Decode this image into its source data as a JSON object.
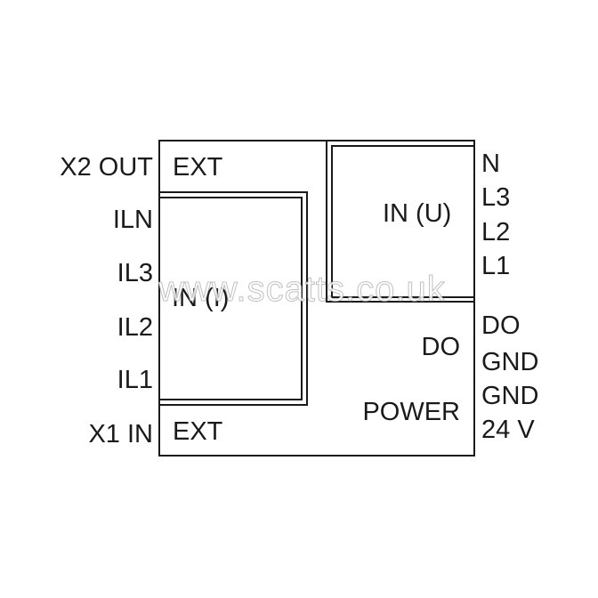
{
  "left_pins": {
    "x2_out": "X2 OUT",
    "iln": "ILN",
    "il3": "IL3",
    "il2": "IL2",
    "il1": "IL1",
    "x1_in": "X1 IN"
  },
  "right_pins": {
    "n": "N",
    "l3": "L3",
    "l2": "L2",
    "l1": "L1",
    "do": "DO",
    "gnd_1": "GND",
    "gnd_2": "GND",
    "v24": "24 V"
  },
  "blocks": {
    "ext_top": "EXT",
    "ext_bottom": "EXT",
    "in_i": "IN (I)",
    "in_u": "IN (U)",
    "do": "DO",
    "power": "POWER"
  },
  "watermark": "www.scatts.co.uk",
  "colors": {
    "line": "#1a1a1a",
    "background": "#ffffff"
  }
}
